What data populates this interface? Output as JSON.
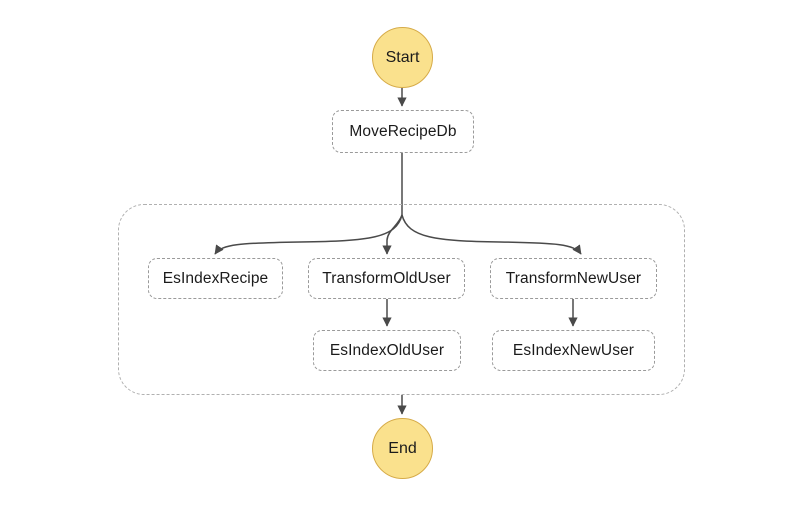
{
  "diagram": {
    "type": "flowchart",
    "background_color": "#ffffff",
    "node_fill": "#ffffff",
    "terminal_fill": "#fae18d",
    "terminal_stroke": "#d6ab48",
    "node_stroke": "#9a9a9a",
    "group_stroke": "#b0b0b0",
    "edge_color": "#4a4a4a",
    "nodes": {
      "start": {
        "label": "Start",
        "shape": "circle"
      },
      "move_recipe_db": {
        "label": "MoveRecipeDb",
        "shape": "rounded-rect"
      },
      "es_index_recipe": {
        "label": "EsIndexRecipe",
        "shape": "rounded-rect"
      },
      "transform_old_user": {
        "label": "TransformOldUser",
        "shape": "rounded-rect"
      },
      "transform_new_user": {
        "label": "TransformNewUser",
        "shape": "rounded-rect"
      },
      "es_index_old_user": {
        "label": "EsIndexOldUser",
        "shape": "rounded-rect"
      },
      "es_index_new_user": {
        "label": "EsIndexNewUser",
        "shape": "rounded-rect"
      },
      "end": {
        "label": "End",
        "shape": "circle"
      }
    },
    "group": {
      "label": ""
    },
    "edges": [
      {
        "from": "start",
        "to": "move_recipe_db"
      },
      {
        "from": "move_recipe_db",
        "to": "es_index_recipe"
      },
      {
        "from": "move_recipe_db",
        "to": "transform_old_user"
      },
      {
        "from": "move_recipe_db",
        "to": "transform_new_user"
      },
      {
        "from": "transform_old_user",
        "to": "es_index_old_user"
      },
      {
        "from": "transform_new_user",
        "to": "es_index_new_user"
      },
      {
        "from": "group",
        "to": "end"
      }
    ]
  }
}
